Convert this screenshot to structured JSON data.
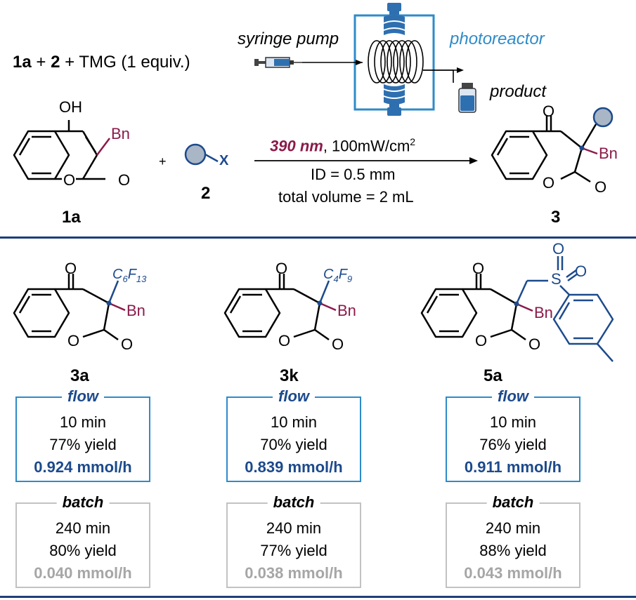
{
  "header": {
    "reagents_1a": "1a",
    "reagents_plus1": " + ",
    "reagents_2": "2",
    "reagents_plus2": " + ",
    "reagents_tmg": "TMG (1 equiv.)",
    "syringe_pump": "syringe pump",
    "photoreactor": "photoreactor",
    "product": "product"
  },
  "reaction": {
    "oh": "OH",
    "bn": "Bn",
    "o": "O",
    "plus": "+",
    "x": "X",
    "label_1a": "1a",
    "label_2": "2",
    "label_3": "3",
    "wavelength": "390 nm",
    "power": ", 100mW/cm",
    "power_sup": "2",
    "id": "ID = 0.5 mm",
    "volume": "total volume = 2 mL"
  },
  "products": [
    {
      "label": "3a",
      "substituent_main": "C",
      "substituent_sub1": "6",
      "substituent_mid": "F",
      "substituent_sub2": "13",
      "flow": {
        "title": "flow",
        "time": "10 min",
        "yield": "77% yield",
        "rate": "0.924 mmol/h"
      },
      "batch": {
        "title": "batch",
        "time": "240 min",
        "yield": "80% yield",
        "rate": "0.040 mmol/h"
      }
    },
    {
      "label": "3k",
      "substituent_main": "C",
      "substituent_sub1": "4",
      "substituent_mid": "F",
      "substituent_sub2": "9",
      "flow": {
        "title": "flow",
        "time": "10 min",
        "yield": "70% yield",
        "rate": "0.839 mmol/h"
      },
      "batch": {
        "title": "batch",
        "time": "240 min",
        "yield": "77% yield",
        "rate": "0.038 mmol/h"
      }
    },
    {
      "label": "5a",
      "flow": {
        "title": "flow",
        "time": "10 min",
        "yield": "76% yield",
        "rate": "0.911 mmol/h"
      },
      "batch": {
        "title": "batch",
        "time": "240 min",
        "yield": "88% yield",
        "rate": "0.043 mmol/h"
      }
    }
  ],
  "atoms": {
    "s": "S",
    "o": "O",
    "bn": "Bn"
  },
  "colors": {
    "navy": "#1c4a8c",
    "maroon": "#8b1a4a",
    "cyan": "#2e8bc9",
    "gray": "#a6a6a6",
    "divider": "#1c3f78"
  }
}
